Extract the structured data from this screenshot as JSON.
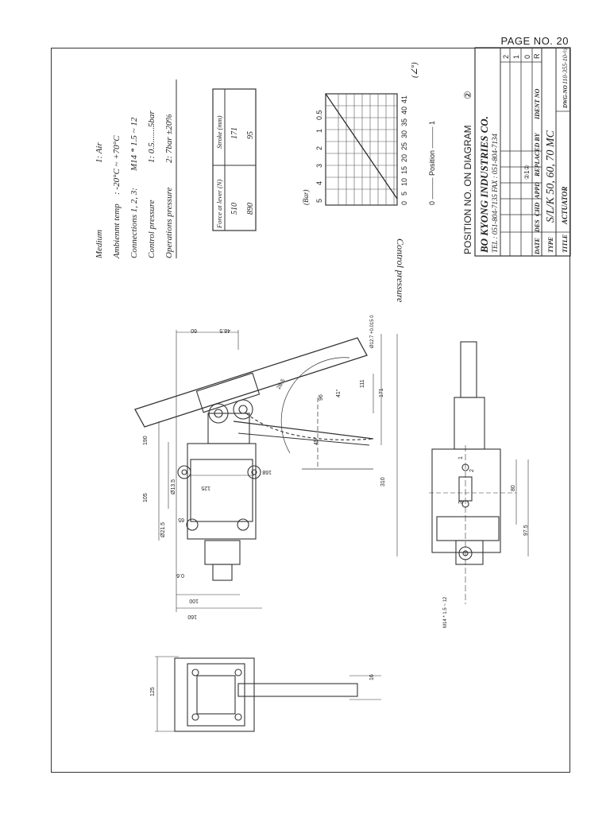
{
  "page_label": "PAGE NO. 20",
  "specs": [
    {
      "label": "Medium",
      "value": "1: Air"
    },
    {
      "label": "Ambienmt temp",
      "value": ": -20°C ~ +70°C"
    },
    {
      "label": "Connections 1, 2, 3:",
      "value": "M14 * 1.5 ~ 12"
    },
    {
      "label": "Control pressure",
      "value": "1: 0.5.......5bar"
    },
    {
      "label": "Operations pressure",
      "value": "2: 7bar ±20%"
    }
  ],
  "force_table": {
    "headers": [
      "Force at lever (N)",
      "Stroke (mm)"
    ],
    "rows": [
      [
        "510",
        "171"
      ],
      [
        "890",
        "95"
      ]
    ]
  },
  "control_chart": {
    "ylabel": "Control pressure",
    "unit": "(Bar)",
    "yticks": [
      "5",
      "4",
      "3",
      "2",
      "1",
      "0.5"
    ],
    "xticks": [
      "0",
      "5",
      "10",
      "15",
      "20",
      "25",
      "30",
      "35",
      "40",
      "41"
    ],
    "angle_symbol": "(∠°)",
    "position_label": "0 ——— Position ——— 1"
  },
  "title_block": {
    "position_note": "POSITION NO. ON DIAGRAM",
    "position_circle": "②",
    "company": "BO KYONG INDUSTRIES CO.",
    "contact": "TEL : 051-804-7135 FAX : 051-804-7134",
    "rev_rows": [
      "2",
      "1",
      "0"
    ],
    "rev_letter": "R",
    "header_cells": [
      "DATE",
      "DES",
      "CHD",
      "APPD",
      "REPLACED BY",
      "IDENT NO"
    ],
    "sign": "②1②",
    "type_label": "TYPE",
    "type_value": "S/L/K 50, 60, 70 MC",
    "title_label": "TITLE",
    "title_value": "ACTUATOR",
    "dwg_label": "DWG-NO",
    "dwg_value": "110-355-10-½"
  },
  "dims": {
    "d60": "60",
    "d48_5": "48.5",
    "d190": "190",
    "d105": "105",
    "d13_5": "Ø13.5",
    "d125a": "125",
    "d168": "168",
    "d65": "65",
    "d21_5": "Ø21.5",
    "d0_6": "0.6",
    "d100": "100",
    "d160": "160",
    "d28_5": "28.5",
    "d96": "96",
    "d41": "41°",
    "d45": "45°",
    "d111": "111",
    "d171": "171",
    "d310": "310",
    "d80": "80",
    "d97_5": "97.5",
    "d127": "Ø12.7 +0.015 0",
    "dM14": "M14 * 1.5 ~ 12",
    "d125b": "125",
    "d16": "16",
    "p1": "1",
    "p2": "2",
    "p3": "3"
  }
}
